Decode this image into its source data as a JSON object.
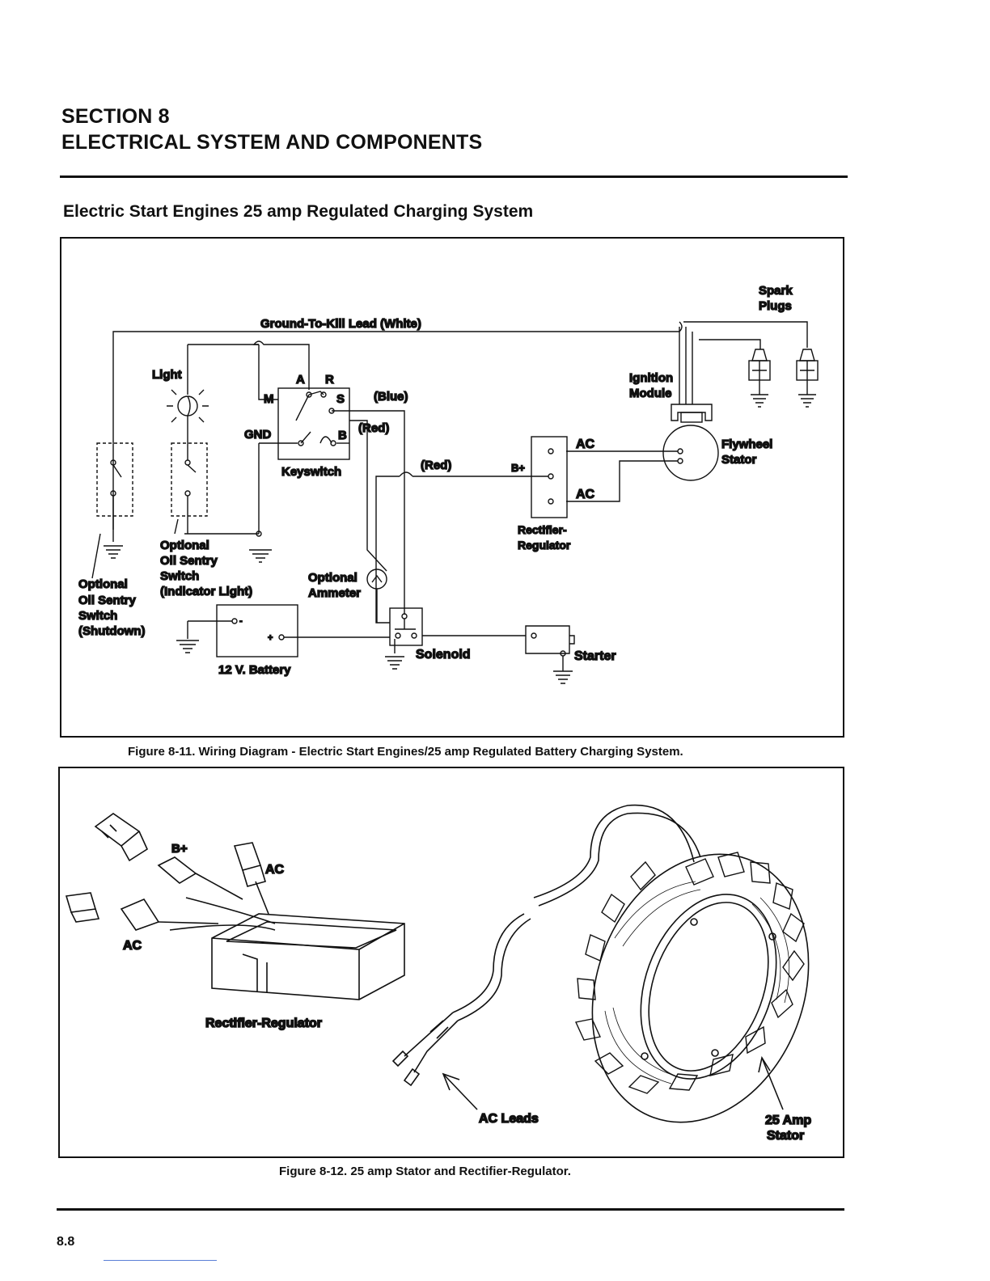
{
  "header": {
    "section_number": "SECTION 8",
    "section_title": "ELECTRICAL SYSTEM AND COMPONENTS"
  },
  "subtitle": "Electric Start Engines 25 amp Regulated Charging System",
  "figure1": {
    "caption": "Figure 8-11. Wiring Diagram - Electric Start Engines/25 amp Regulated Battery Charging System.",
    "labels": {
      "spark": "Spark",
      "plugs": "Plugs",
      "ground_kill": "Ground-To-Kill Lead (White)",
      "light": "Light",
      "a": "A",
      "r": "R",
      "m": "M",
      "s": "S",
      "blue": "(Blue)",
      "gnd": "GND",
      "b": "B",
      "red1": "(Red)",
      "keyswitch": "Keyswitch",
      "red2": "(Red)",
      "bplus": "B+",
      "ac_top": "AC",
      "ac_bottom": "AC",
      "ignition": "Ignition",
      "module": "Module",
      "flywheel": "Flywheel",
      "stator": "Stator",
      "rectifier": "Rectifier-",
      "regulator": "Regulator",
      "opt_ind_1": "Optional",
      "opt_ind_2": "Oil Sentry",
      "opt_ind_3": "Switch",
      "opt_ind_4": "(Indicator Light)",
      "opt_shut_1": "Optional",
      "opt_shut_2": "Oil Sentry",
      "opt_shut_3": "Switch",
      "opt_shut_4": "(Shutdown)",
      "ammeter_1": "Optional",
      "ammeter_2": "Ammeter",
      "battery": "12 V. Battery",
      "plus": "+",
      "minus": "-",
      "solenoid": "Solenoid",
      "starter": "Starter"
    }
  },
  "figure2": {
    "caption": "Figure 8-12. 25 amp Stator and Rectifier-Regulator.",
    "labels": {
      "bplus": "B+",
      "ac_top": "AC",
      "ac_left": "AC",
      "rect_reg": "Rectifier-Regulator",
      "ac_leads": "AC Leads",
      "stator_1": "25 Amp",
      "stator_2": "Stator"
    }
  },
  "footer": {
    "page_number": "8.8"
  }
}
